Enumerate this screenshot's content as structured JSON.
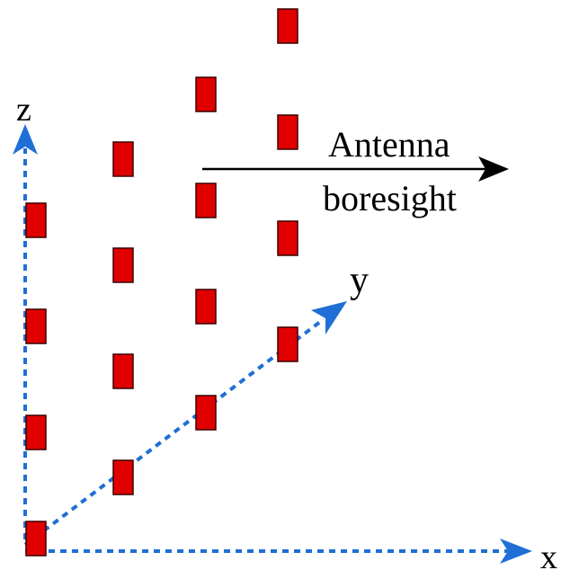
{
  "labels": {
    "z_axis": "z",
    "y_axis": "y",
    "x_axis": "x",
    "boresight_line1": "Antenna",
    "boresight_line2": "boresight"
  },
  "colors": {
    "axis": "#1f6fd6",
    "element_fill": "#e00000",
    "element_stroke": "#3a0000",
    "boresight_arrow": "#000000"
  },
  "array": {
    "columns": 4,
    "rows": 4,
    "element_count": 16
  }
}
